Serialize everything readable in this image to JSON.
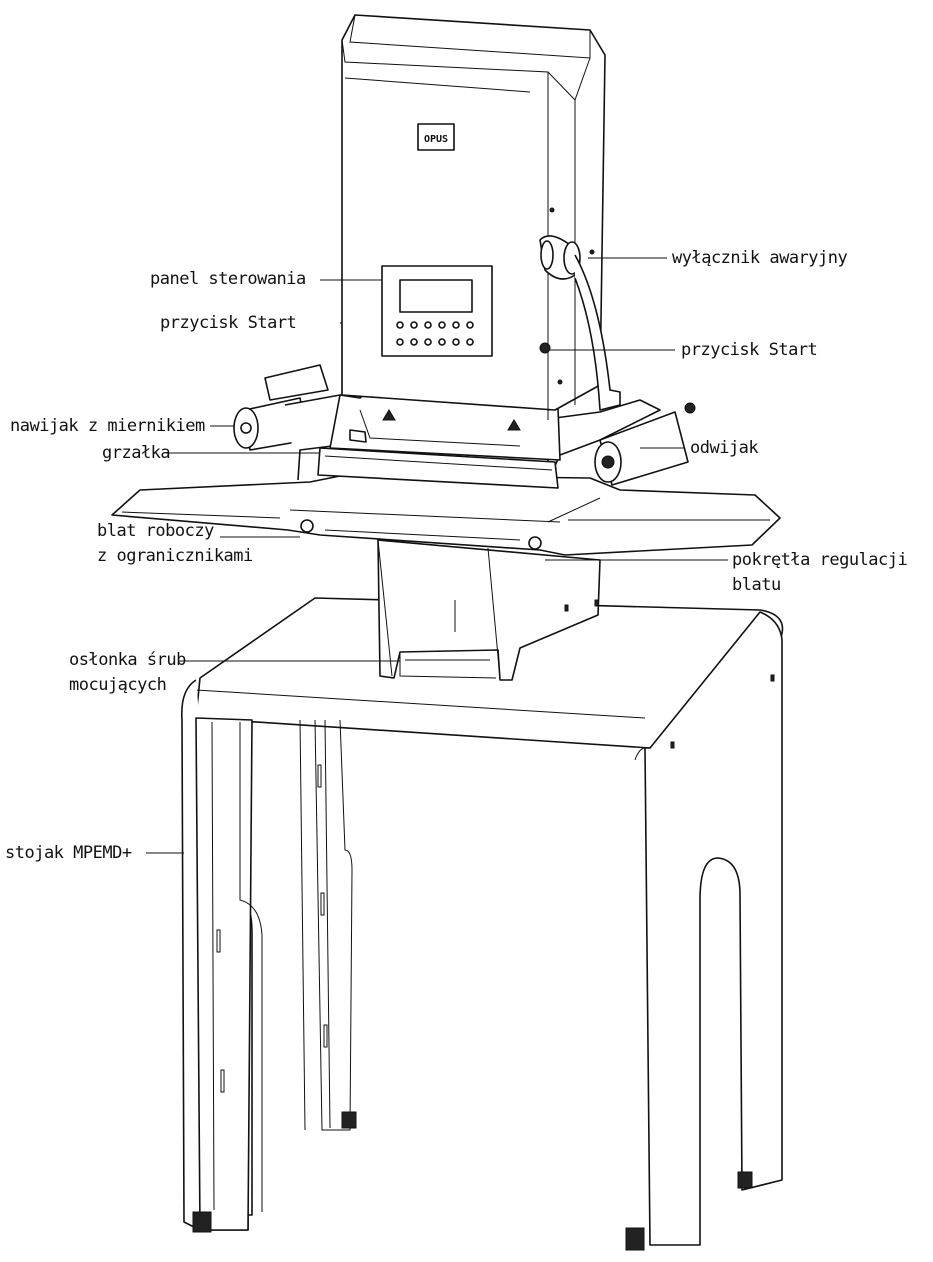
{
  "brand": {
    "logo_text": "OPUS"
  },
  "labels": {
    "emergency_switch": "wyłącznik awaryjny",
    "control_panel": "panel sterowania",
    "start_button_left": "przycisk Start",
    "start_button_right": "przycisk Start",
    "winder_with_meter": "nawijak z miernikiem",
    "unwinder": "odwijak",
    "heater": "grzałka",
    "worktable_line1": "blat roboczy",
    "worktable_line2": "z ogranicznikami",
    "table_knobs_line1": "pokrętła regulacji",
    "table_knobs_line2": "blatu",
    "screw_cover_line1": "osłonka śrub",
    "screw_cover_line2": "mocujących",
    "stand": "stojak MPEMD+"
  }
}
